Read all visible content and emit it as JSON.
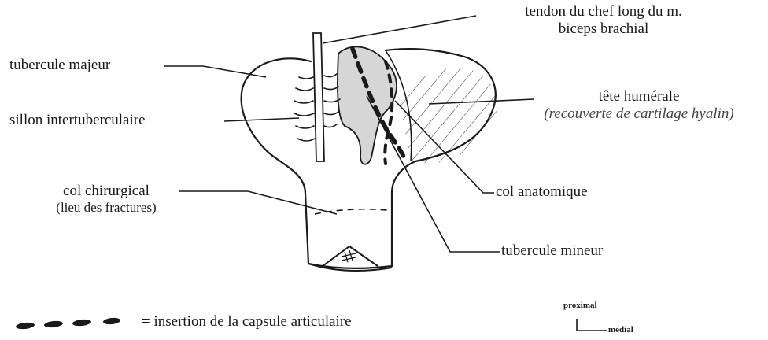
{
  "labels": {
    "tendon": {
      "line1": "tendon du chef long du m.",
      "line2": "biceps brachial"
    },
    "tubercule_majeur": "tubercule majeur",
    "sillon": "sillon intertuberculaire",
    "tete": {
      "title": "tête humérale",
      "subtitle": "(recouverte de cartilage hyalin)"
    },
    "col_chirurgical": {
      "line1": "col chirurgical",
      "line2": "(lieu des fractures)"
    },
    "col_anatomique": "col anatomique",
    "tubercule_mineur": "tubercule mineur"
  },
  "legend": {
    "text": "= insertion de la capsule articulaire"
  },
  "orientation": {
    "proximal": "proximal",
    "medial": "médial"
  },
  "colors": {
    "ink": "#1a1a1a",
    "shading": "#d6d6d6",
    "background": "#ffffff"
  }
}
